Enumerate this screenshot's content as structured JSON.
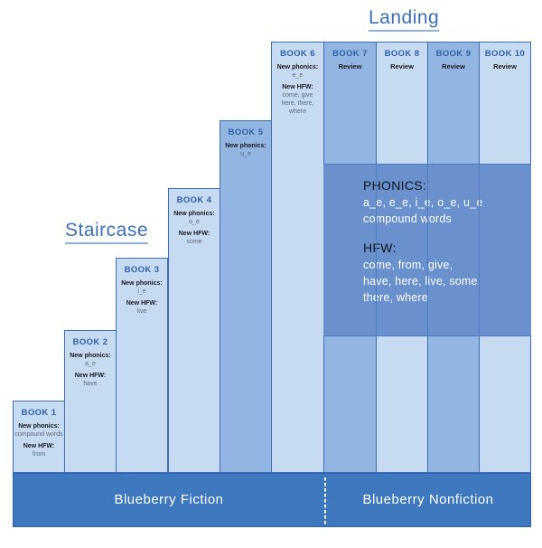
{
  "headings": {
    "landing": "Landing",
    "staircase": "Staircase"
  },
  "colors": {
    "light_fill": "#C6DAF2",
    "mid_fill": "#93B5E1",
    "dark_panel": "#6A91CE",
    "series_bar": "#3E78BE",
    "border": "#3D6FB8",
    "title_text": "#2E62AD"
  },
  "labels": {
    "new_phonics": "New phonics:",
    "new_hfw": "New HFW:",
    "review": "Review"
  },
  "books": [
    {
      "title": "BOOK 1",
      "phonics": "compound words",
      "hfw": "from",
      "review": null,
      "shade": "light"
    },
    {
      "title": "BOOK 2",
      "phonics": "a_e",
      "hfw": "have",
      "review": null,
      "shade": "light"
    },
    {
      "title": "BOOK 3",
      "phonics": "i_e",
      "hfw": "live",
      "review": null,
      "shade": "light"
    },
    {
      "title": "BOOK 4",
      "phonics": "o_e",
      "hfw": "some",
      "review": null,
      "shade": "light"
    },
    {
      "title": "BOOK 5",
      "phonics": "u_e",
      "hfw": null,
      "review": null,
      "shade": "mid"
    },
    {
      "title": "BOOK 6",
      "phonics": "e_e",
      "hfw": "come, give here, there, where",
      "review": null,
      "shade": "light"
    },
    {
      "title": "BOOK 7",
      "phonics": null,
      "hfw": null,
      "review": "Review",
      "shade": "mid"
    },
    {
      "title": "BOOK 8",
      "phonics": null,
      "hfw": null,
      "review": "Review",
      "shade": "light"
    },
    {
      "title": "BOOK 9",
      "phonics": null,
      "hfw": null,
      "review": "Review",
      "shade": "mid"
    },
    {
      "title": "BOOK 10",
      "phonics": null,
      "hfw": null,
      "review": "Review",
      "shade": "light"
    }
  ],
  "summary": {
    "phonics_heading": "PHONICS:",
    "phonics_lines": [
      "a_e, e_e, i_e, o_e, u_e",
      "compound words"
    ],
    "hfw_heading": "HFW:",
    "hfw_lines": [
      "come, from, give,",
      "have, here, live, some,",
      "there, where"
    ]
  },
  "series": {
    "fiction": "Blueberry Fiction",
    "nonfiction": "Blueberry Nonfiction"
  }
}
